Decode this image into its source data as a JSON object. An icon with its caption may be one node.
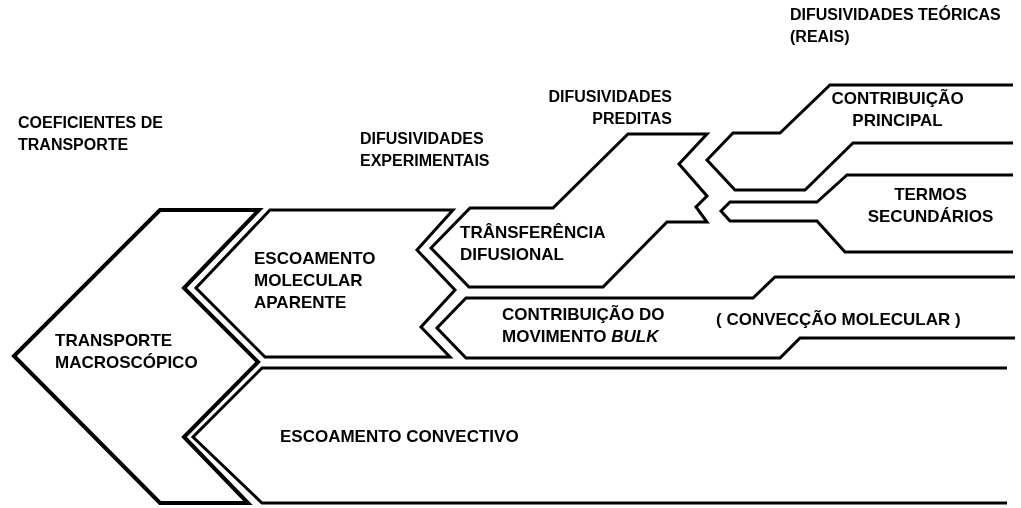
{
  "diagram": {
    "nodes": [
      {
        "text": [
          "TRANSPORTE MACROSCÓPICO"
        ]
      },
      {
        "text": [
          "ESCOAMENTO MOLECULAR APARENTE"
        ]
      },
      {
        "text": [
          "ESCOAMENTO CONVECTIVO"
        ]
      },
      {
        "text": [
          "TRÂNSFERÊNCIA DIFUSIONAL"
        ]
      },
      {
        "text": [
          "CONTRIBUIÇÃO DO MOVIMENTO *BULK*",
          "( CONVECÇÃO MOLECULAR )"
        ]
      },
      {
        "text": [
          "CONTRIBUIÇÃO PRINCIPAL"
        ]
      },
      {
        "text": [
          "TERMOS SECUNDÁRIOS"
        ]
      }
    ],
    "edges": [],
    "labels": [
      "DIFUSIVIDADES TEÓRICAS (REAIS)",
      "DIFUSIVIDADES PREDITAS",
      "COEFICIENTES DE TRANSPORTE",
      "DIFUSIVIDADES EXPERIMENTAIS"
    ]
  }
}
